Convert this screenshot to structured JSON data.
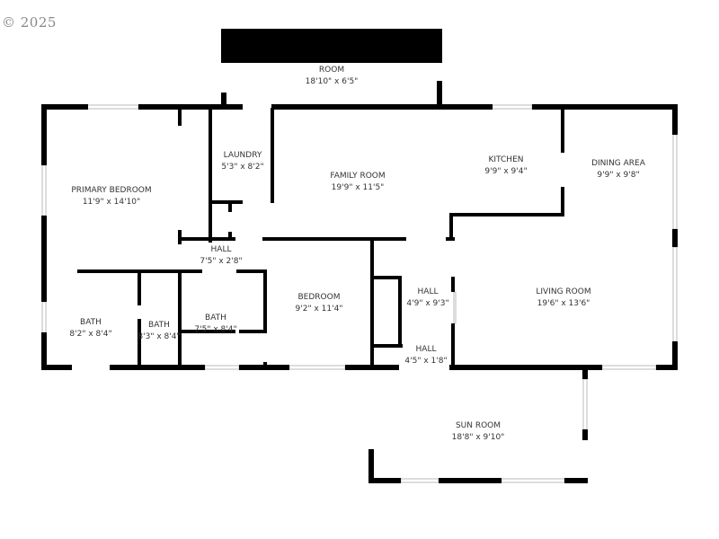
{
  "copyright": "© 2025",
  "colors": {
    "wall": "#000000",
    "window": "#bbbbbb",
    "text": "#333333"
  },
  "rooms": [
    {
      "name": "ROOM",
      "size": "18'10\" x 6'5\""
    },
    {
      "name": "LAUNDRY",
      "size": "5'3\" x 8'2\""
    },
    {
      "name": "FAMILY ROOM",
      "size": "19'9\" x 11'5\""
    },
    {
      "name": "KITCHEN",
      "size": "9'9\" x 9'4\""
    },
    {
      "name": "DINING AREA",
      "size": "9'9\" x 9'8\""
    },
    {
      "name": "PRIMARY BEDROOM",
      "size": "11'9\" x 14'10\""
    },
    {
      "name": "HALL",
      "size": "7'5\" x 2'8\""
    },
    {
      "name": "BATH",
      "size": "8'2\" x 8'4\""
    },
    {
      "name": "BATH",
      "size": "8'3\" x 8'4\""
    },
    {
      "name": "BATH",
      "size": "7'5\" x 8'4\""
    },
    {
      "name": "BEDROOM",
      "size": "9'2\" x 11'4\""
    },
    {
      "name": "HALL",
      "size": "4'9\" x 9'3\""
    },
    {
      "name": "LIVING ROOM",
      "size": "19'6\" x 13'6\""
    },
    {
      "name": "HALL",
      "size": "4'5\" x 1'8\""
    },
    {
      "name": "SUN ROOM",
      "size": "18'8\" x 9'10\""
    }
  ]
}
